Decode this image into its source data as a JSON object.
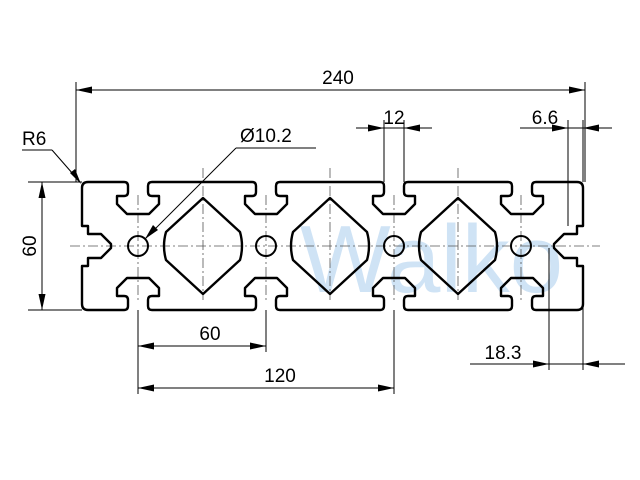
{
  "drawing": {
    "watermark": "Walko",
    "dimensions": {
      "overall_width": "240",
      "height": "60",
      "corner_radius": "R6",
      "hole_diameter": "Ø10.2",
      "slot_opening": "12",
      "wall_thickness": "6.6",
      "slot_depth": "18.3",
      "hole_pitch": "60",
      "hole_span": "120"
    }
  }
}
